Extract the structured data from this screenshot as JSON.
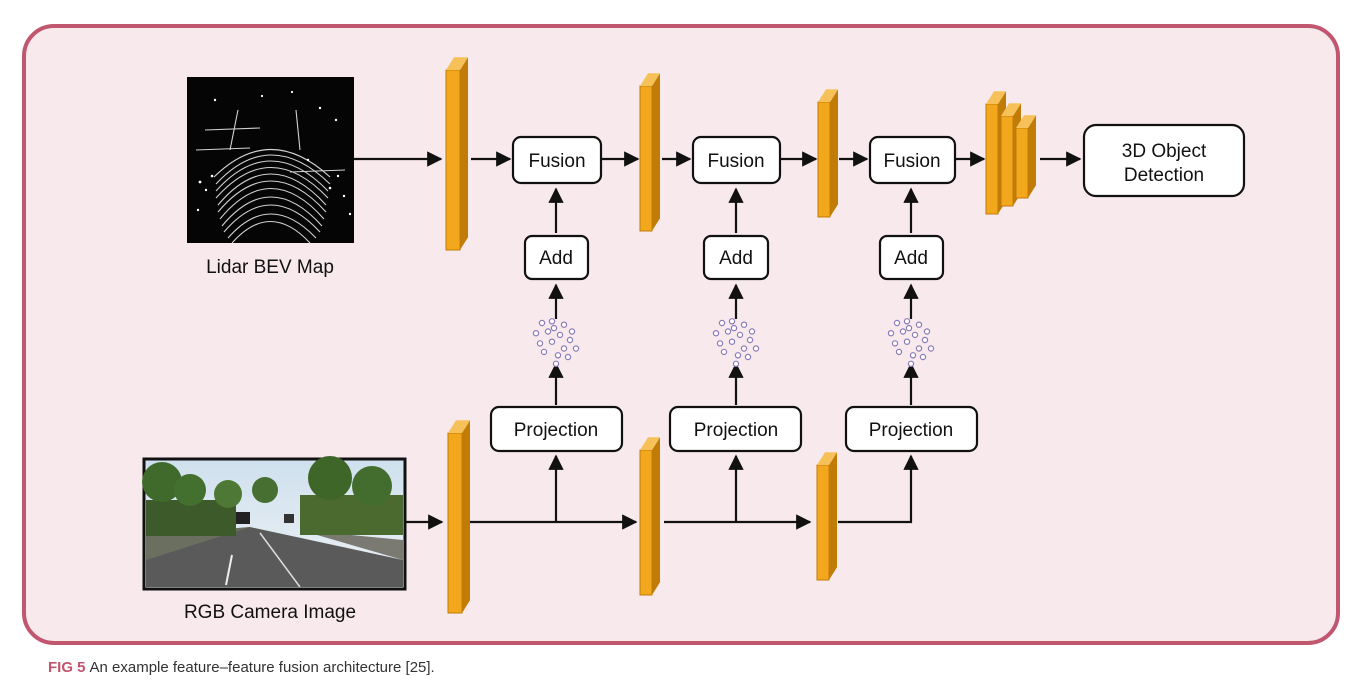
{
  "diagram": {
    "nodes": {
      "lidar_label": "Lidar BEV Map",
      "rgb_label": "RGB Camera Image",
      "fusion_label": "Fusion",
      "add_label": "Add",
      "projection_label": "Projection",
      "detection_line1": "3D Object",
      "detection_line2": "Detection"
    },
    "stages": 3,
    "colors": {
      "panel_bg": "#f8e9ed",
      "panel_border": "#c1566f",
      "feature_map": "#f2a71c",
      "feature_map_dark": "#c07c06",
      "point_cloud": "#8a7ab8"
    }
  },
  "caption": {
    "fig_label": "FIG 5",
    "text": "An example feature–feature fusion architecture [25]."
  }
}
